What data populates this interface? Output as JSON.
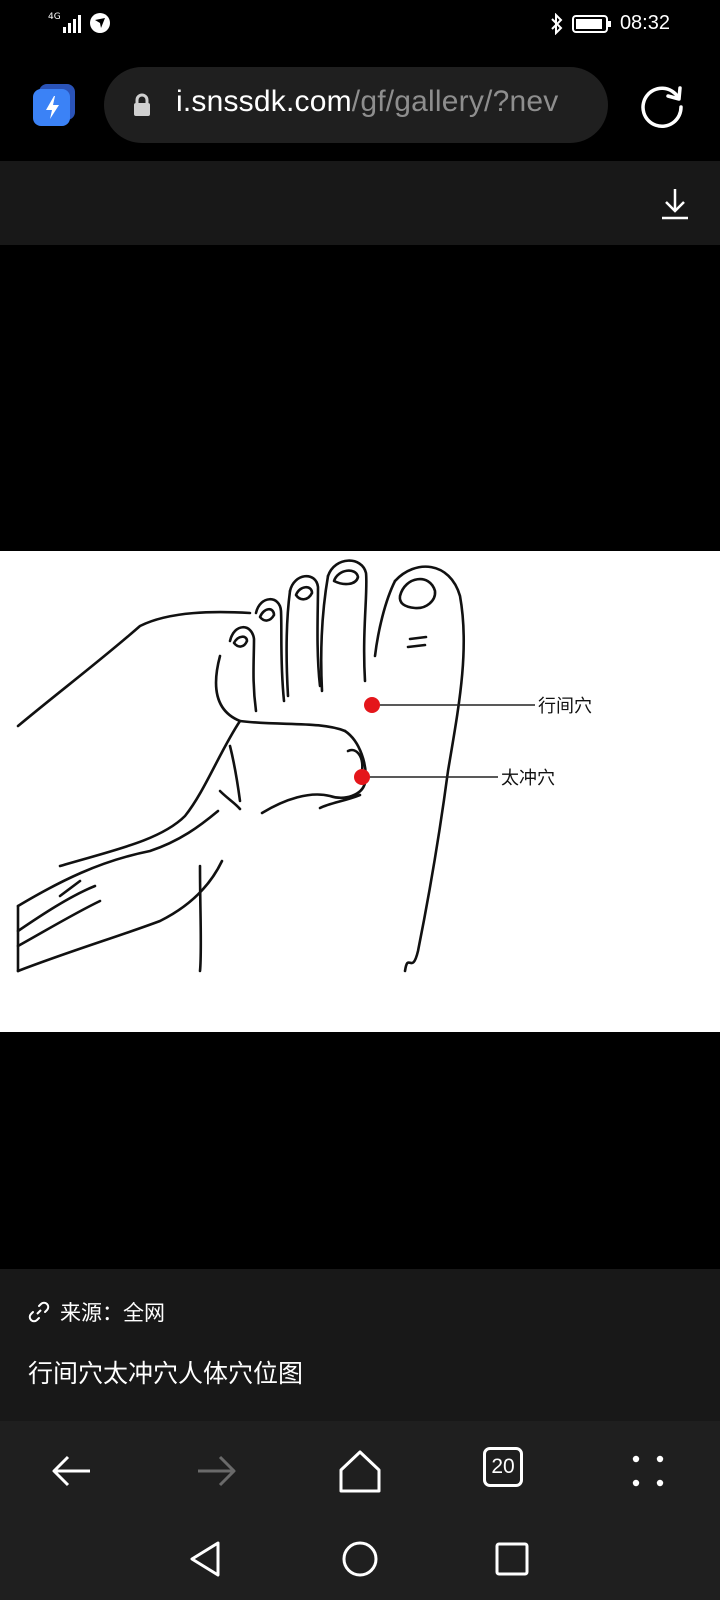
{
  "status_bar": {
    "network": "4G",
    "time": "08:32"
  },
  "browser": {
    "url_host": "i.snssdk.com",
    "url_path": "/gf/gallery/?nev",
    "tab_count": "20"
  },
  "image": {
    "label_xingjian": "行间穴",
    "label_taichong": "太冲穴",
    "marker_color": "#e4161b"
  },
  "caption": {
    "source": "来源：全网",
    "title": "行间穴太冲穴人体穴位图"
  },
  "icons": {
    "status": [
      "signal-icon",
      "location-icon",
      "bluetooth-icon",
      "battery-icon"
    ],
    "toolbar": [
      "app-icon",
      "lock-icon",
      "refresh-icon",
      "download-icon"
    ],
    "nav": [
      "back-arrow-icon",
      "forward-arrow-icon",
      "home-icon",
      "tabs-icon",
      "menu-dots-icon"
    ],
    "system": [
      "system-back-icon",
      "system-home-icon",
      "system-recents-icon"
    ]
  }
}
